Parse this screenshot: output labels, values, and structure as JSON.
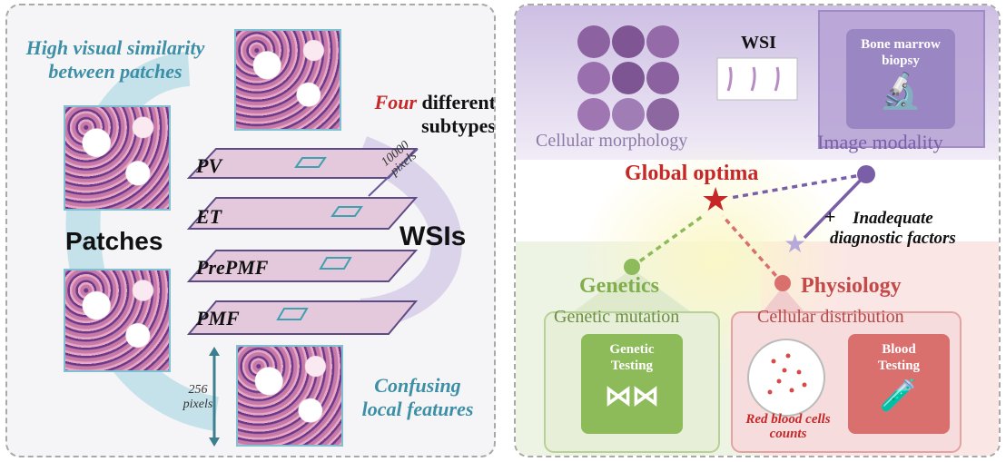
{
  "left": {
    "similarity_line1": "High visual similarity",
    "similarity_line2": "between patches",
    "four": "Four",
    "different": "different",
    "subtypes": "subtypes",
    "patches": "Patches",
    "wsis": "WSIs",
    "pixels_10000": "10000",
    "pixels_word": "pixels",
    "pixels_256": "256",
    "pixels_word2": "pixels",
    "confusing_line1": "Confusing",
    "confusing_line2": "local features",
    "slabs": [
      "PV",
      "ET",
      "PrePMF",
      "PMF"
    ]
  },
  "right": {
    "wsi": "WSI",
    "bone_marrow_line1": "Bone marrow",
    "bone_marrow_line2": "biopsy",
    "cellular_morphology": "Cellular morphology",
    "image_modality": "Image modality",
    "global_optima": "Global optima",
    "inadequate_line1": "Inadequate",
    "inadequate_line2": "diagnostic factors",
    "genetics": "Genetics",
    "genetic_mutation": "Genetic mutation",
    "genetic_testing_line1": "Genetic",
    "genetic_testing_line2": "Testing",
    "physiology": "Physiology",
    "cellular_distribution": "Cellular distribution",
    "blood_testing_line1": "Blood",
    "blood_testing_line2": "Testing",
    "rbc_line1": "Red blood cells",
    "rbc_line2": "counts"
  },
  "colors": {
    "teal": "#3d8fa6",
    "purple": "#7a5ea8",
    "green": "#8dbb5a",
    "red": "#c62828",
    "salmon": "#d9706e"
  }
}
